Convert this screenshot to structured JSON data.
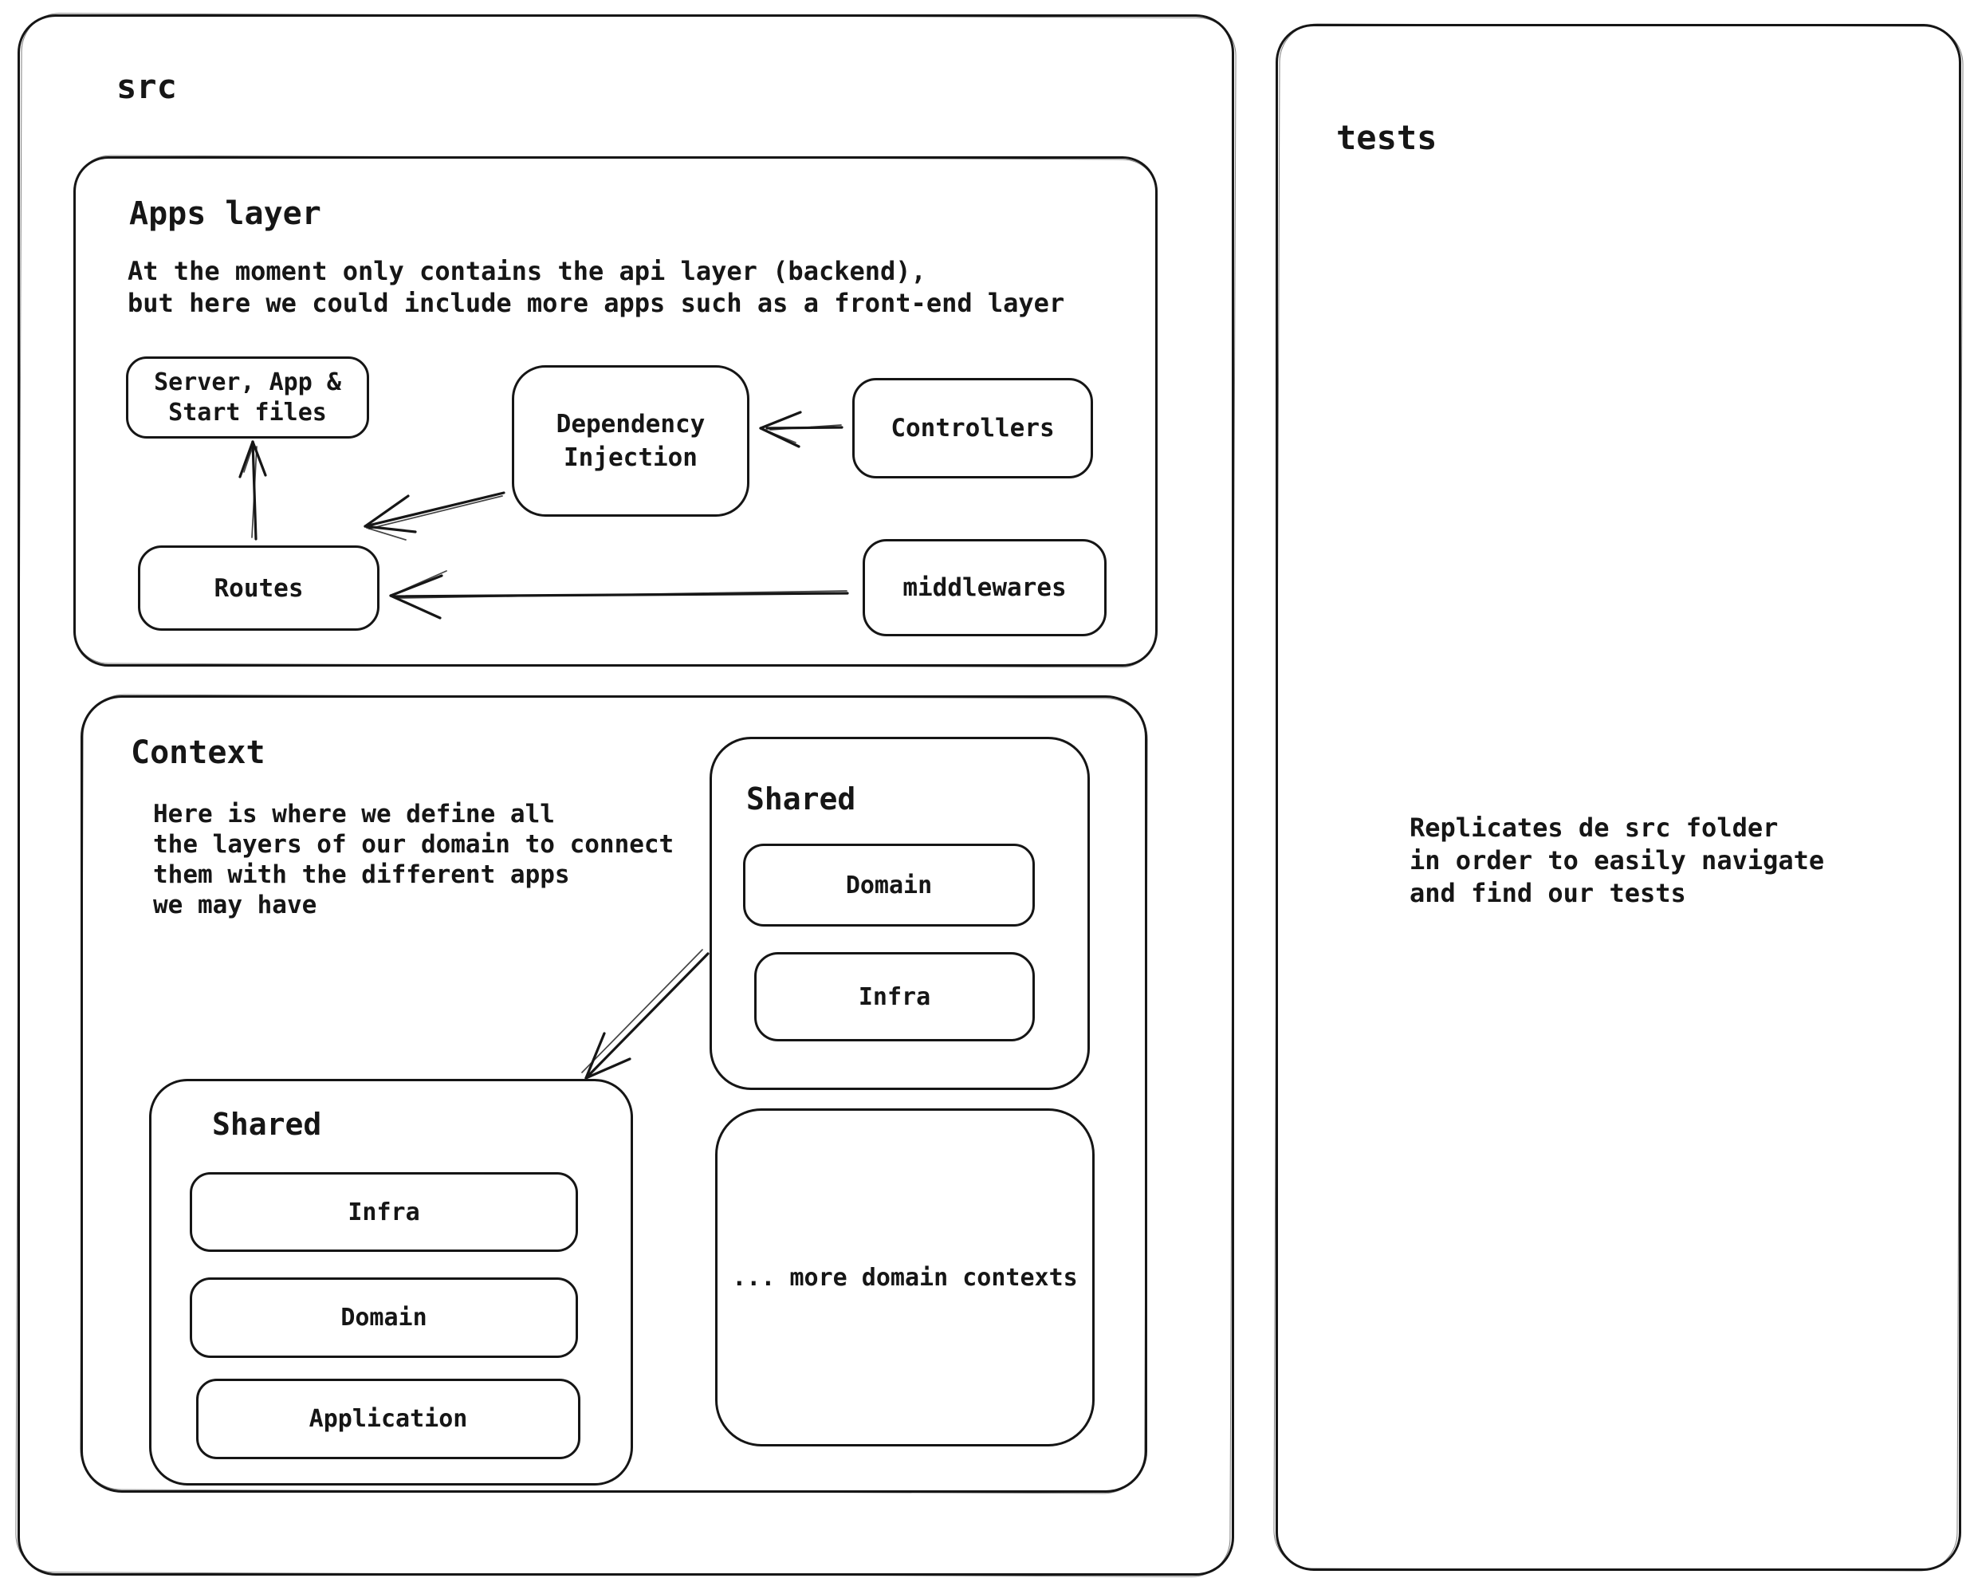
{
  "colors": {
    "stroke": "#161616",
    "bg": "#ffffff"
  },
  "src_panel": {
    "title": "src",
    "apps_layer": {
      "title": "Apps layer",
      "description": "At the moment only contains the api layer (backend),\nbut here we could include more apps such as a front-end layer",
      "server_files": "Server, App &\nStart files",
      "dependency_injection": "Dependency\nInjection",
      "controllers": "Controllers",
      "routes": "Routes",
      "middlewares": "middlewares"
    },
    "context": {
      "title": "Context",
      "description": "Here is where we define all\nthe layers of our domain to connect\nthem with the different apps\nwe may have",
      "shared_top": {
        "title": "Shared",
        "domain": "Domain",
        "infra": "Infra"
      },
      "shared_bottom": {
        "title": "Shared",
        "infra": "Infra",
        "domain": "Domain",
        "application": "Application"
      },
      "more_contexts": "... more domain contexts"
    }
  },
  "tests_panel": {
    "title": "tests",
    "description": "Replicates de src folder\nin order to easily navigate\nand find our tests"
  }
}
